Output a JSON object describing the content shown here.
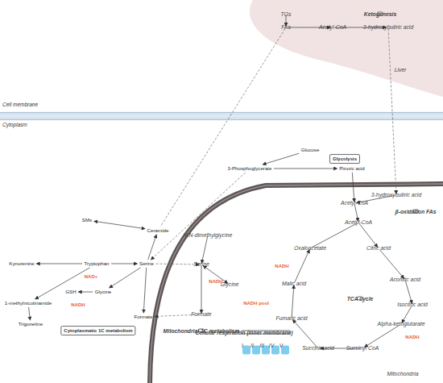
{
  "diagram": {
    "nodes": [
      {
        "text": [
          "Liver"
        ]
      },
      {
        "text": [
          "TGs"
        ],
        "in": 0
      },
      {
        "text": [
          "Ketogenesis"
        ],
        "in": 0
      },
      {
        "text": [
          "FAs"
        ],
        "in": 0
      },
      {
        "text": [
          "Acetyl-CoA"
        ],
        "in": 0
      },
      {
        "text": [
          "3-hydroxybutiric acid"
        ],
        "in": 0
      },
      {
        "text": [
          "Cell membrane"
        ]
      },
      {
        "text": [
          "Glucose"
        ]
      },
      {
        "text": [
          "Glycolysis"
        ]
      },
      {
        "text": [
          "3-Phosphoglycerate"
        ]
      },
      {
        "text": [
          "Piruvic acid"
        ]
      },
      {
        "text": [
          "Mitochondria"
        ]
      },
      {
        "text": [
          "3-hydroxybutiric acid"
        ],
        "in": 11
      },
      {
        "text": [
          "Acetyl-CoA"
        ],
        "in": 11
      },
      {
        "text": [
          "β-oxidation FAs"
        ],
        "in": 11
      },
      {
        "text": [
          "Acetyl-CoA"
        ],
        "in": 11
      },
      {
        "text": [
          "SMs"
        ]
      },
      {
        "text": [
          "Ceramide"
        ]
      },
      {
        "text": [
          "N,N-dimethylglycine"
        ],
        "in": 11
      },
      {
        "text": [
          "Oxaloacetate"
        ],
        "in": 11
      },
      {
        "text": [
          "Citric acid"
        ],
        "in": 11
      },
      {
        "text": [
          "Kynurenine"
        ]
      },
      {
        "text": [
          "Tryptophan"
        ]
      },
      {
        "text": [
          "Serine"
        ]
      },
      {
        "text": [
          "Serine"
        ],
        "in": 11
      },
      {
        "text": [
          "Malic acid"
        ],
        "in": 11
      },
      {
        "text": [
          "Aconitic acid"
        ],
        "in": 11
      },
      {
        "text": [
          "Glycine"
        ],
        "in": 11
      },
      {
        "text": [
          "GSH"
        ]
      },
      {
        "text": [
          "Glycine"
        ]
      },
      {
        "text": [
          "TCA cycle"
        ],
        "in": 11
      },
      {
        "text": [
          "1-methylnicotinamide"
        ]
      },
      {
        "text": [
          "Isocitric acid"
        ],
        "in": 11
      },
      {
        "text": [
          "Formate"
        ],
        "in": 11
      },
      {
        "text": [
          "Formate"
        ]
      },
      {
        "text": [
          "Fumaric acid"
        ],
        "in": 11
      },
      {
        "text": [
          "Alpha-ketoglutarate"
        ],
        "in": 11
      },
      {
        "text": [
          "Trigoneline"
        ]
      },
      {
        "text": [
          "Cytoplasmatic 1C metabolism"
        ]
      },
      {
        "text": [
          "Mitochondrial 1C metabolism"
        ],
        "in": 11
      },
      {
        "text": [
          "Cellular respiration (inner membrane)"
        ],
        "in": 11
      },
      {
        "text": [
          "I"
        ],
        "in": 11
      },
      {
        "text": [
          "II"
        ],
        "in": 11
      },
      {
        "text": [
          "III"
        ],
        "in": 11
      },
      {
        "text": [
          "IV"
        ],
        "in": 11
      },
      {
        "text": [
          "V"
        ],
        "in": 11
      },
      {
        "text": [
          "Succinic acid"
        ],
        "in": 11
      },
      {
        "text": [
          "Succinyl CoA"
        ],
        "in": 11
      }
    ],
    "edges": [
      {
        "from": 1,
        "to": 3,
        "arrow": "to"
      },
      {
        "from": 3,
        "to": 4,
        "arrow": "to"
      },
      {
        "from": 4,
        "to": 5,
        "arrow": "to"
      },
      {
        "from": 3,
        "to": 17,
        "arrow": "none"
      },
      {
        "from": 5,
        "to": 12,
        "arrow": "to"
      },
      {
        "from": 7,
        "to": 9,
        "arrow": "to"
      },
      {
        "from": 9,
        "to": 10,
        "arrow": "to"
      },
      {
        "from": 10,
        "to": 13,
        "arrow": "to"
      },
      {
        "from": 12,
        "to": 13,
        "arrow": "to"
      },
      {
        "from": 13,
        "to": 15,
        "arrow": "to"
      },
      {
        "from": 15,
        "to": 20,
        "arrow": "to"
      },
      {
        "from": 19,
        "to": 15,
        "arrow": "none"
      },
      {
        "from": 20,
        "to": 26,
        "arrow": "to"
      },
      {
        "from": 26,
        "to": 32,
        "arrow": "to"
      },
      {
        "from": 32,
        "to": 36,
        "arrow": "to"
      },
      {
        "from": 36,
        "to": 47,
        "arrow": "to"
      },
      {
        "from": 47,
        "to": 46,
        "arrow": "to"
      },
      {
        "from": 46,
        "to": 35,
        "arrow": "to"
      },
      {
        "from": 35,
        "to": 25,
        "arrow": "to"
      },
      {
        "from": 25,
        "to": 19,
        "arrow": "to"
      },
      {
        "from": 9,
        "to": 23,
        "arrow": "to"
      },
      {
        "from": 23,
        "to": 24,
        "arrow": "to"
      },
      {
        "from": 33,
        "to": 34,
        "arrow": "to"
      },
      {
        "from": 17,
        "to": 16,
        "arrow": "both"
      },
      {
        "from": 23,
        "to": 17,
        "arrow": "to"
      },
      {
        "from": 22,
        "to": 23,
        "arrow": "to"
      },
      {
        "from": 22,
        "to": 21,
        "arrow": "to"
      },
      {
        "from": 22,
        "to": 31,
        "arrow": "to"
      },
      {
        "from": 31,
        "to": 37,
        "arrow": "to"
      },
      {
        "from": 23,
        "to": 29,
        "arrow": "to"
      },
      {
        "from": 29,
        "to": 28,
        "arrow": "to"
      },
      {
        "from": 23,
        "to": 34,
        "arrow": "to"
      },
      {
        "from": 18,
        "to": 24,
        "arrow": "to"
      },
      {
        "from": 24,
        "to": 27,
        "arrow": "both"
      },
      {
        "from": 24,
        "to": 33,
        "arrow": "to"
      }
    ],
    "labels": [
      "Cytoplasm",
      "NAD+",
      "NADH",
      "NADH",
      "NADH pool",
      "NADH",
      "NADH"
    ]
  }
}
